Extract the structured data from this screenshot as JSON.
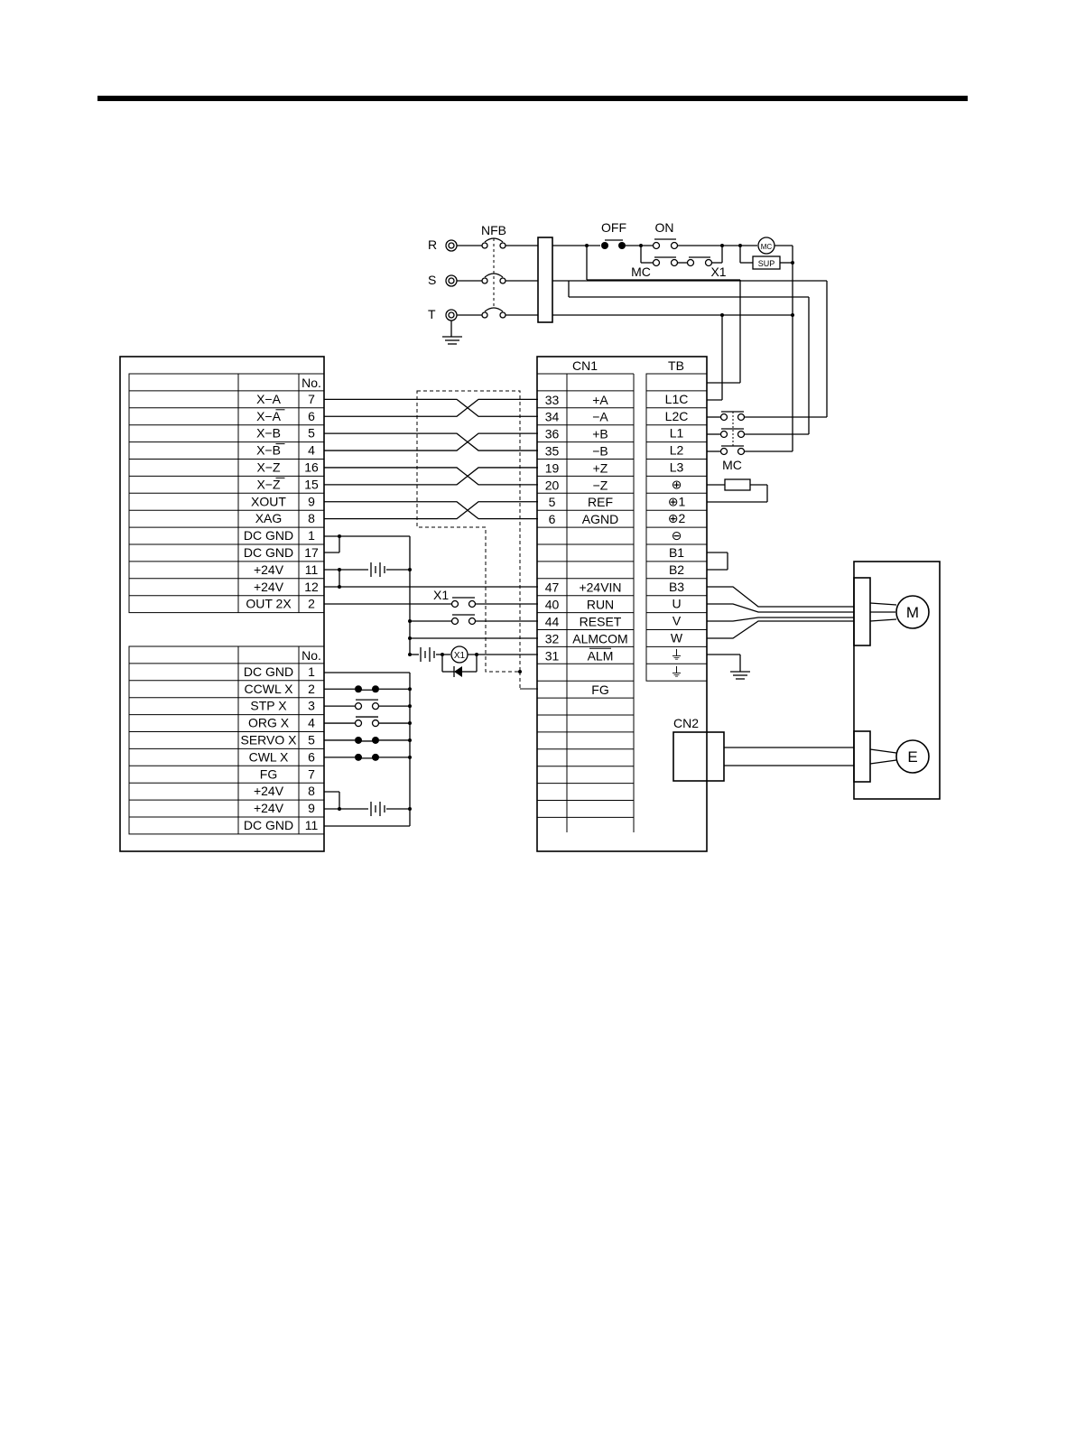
{
  "power": {
    "phases": [
      "R",
      "S",
      "T"
    ],
    "breaker_label": "NFB",
    "off_label": "OFF",
    "on_label": "ON",
    "mc_label": "MC",
    "x1_label": "X1",
    "coil_label": "MC",
    "sup_label": "SUP"
  },
  "controller": {
    "header_no": "No.",
    "axis_rows": [
      {
        "signal": "X−A",
        "no": "7"
      },
      {
        "signal": "X−A",
        "no": "6",
        "overbar": true
      },
      {
        "signal": "X−B",
        "no": "5"
      },
      {
        "signal": "X−B",
        "no": "4",
        "overbar": true
      },
      {
        "signal": "X−Z",
        "no": "16"
      },
      {
        "signal": "X−Z",
        "no": "15",
        "overbar": true
      },
      {
        "signal": "XOUT",
        "no": "9"
      },
      {
        "signal": "XAG",
        "no": "8"
      },
      {
        "signal": "DC GND",
        "no": "1"
      },
      {
        "signal": "DC GND",
        "no": "17"
      },
      {
        "signal": "+24V",
        "no": "11"
      },
      {
        "signal": "+24V",
        "no": "12"
      },
      {
        "signal": "OUT 2X",
        "no": "2"
      }
    ],
    "io_rows": [
      {
        "signal": "DC GND",
        "no": "1"
      },
      {
        "signal": "CCWL X",
        "no": "2"
      },
      {
        "signal": "STP X",
        "no": "3"
      },
      {
        "signal": "ORG X",
        "no": "4"
      },
      {
        "signal": "SERVO X",
        "no": "5"
      },
      {
        "signal": "CWL X",
        "no": "6"
      },
      {
        "signal": "FG",
        "no": "7"
      },
      {
        "signal": "+24V",
        "no": "8"
      },
      {
        "signal": "+24V",
        "no": "9"
      },
      {
        "signal": "DC GND",
        "no": "11"
      }
    ]
  },
  "driver": {
    "cn1_label": "CN1",
    "tb_label": "TB",
    "cn2_label": "CN2",
    "cn1_rows": [
      {
        "no": "",
        "signal": ""
      },
      {
        "no": "33",
        "signal": "+A"
      },
      {
        "no": "34",
        "signal": "−A"
      },
      {
        "no": "36",
        "signal": "+B"
      },
      {
        "no": "35",
        "signal": "−B"
      },
      {
        "no": "19",
        "signal": "+Z"
      },
      {
        "no": "20",
        "signal": "−Z"
      },
      {
        "no": "5",
        "signal": "REF"
      },
      {
        "no": "6",
        "signal": "AGND"
      },
      {
        "no": "",
        "signal": ""
      },
      {
        "no": "",
        "signal": ""
      },
      {
        "no": "",
        "signal": ""
      },
      {
        "no": "47",
        "signal": "+24VIN"
      },
      {
        "no": "40",
        "signal": "RUN"
      },
      {
        "no": "44",
        "signal": "RESET"
      },
      {
        "no": "32",
        "signal": "ALMCOM"
      },
      {
        "no": "31",
        "signal": "ALM",
        "overbar": true
      },
      {
        "no": "",
        "signal": ""
      },
      {
        "no": "",
        "signal": "FG"
      }
    ],
    "tb_rows": [
      "L1C",
      "L2C",
      "L1",
      "L2",
      "L3",
      "⊕",
      "⊕1",
      "⊕2",
      "⊖",
      "B1",
      "B2",
      "B3",
      "U",
      "V",
      "W",
      "⏚",
      "⏚"
    ],
    "mc_contacts_label": "MC",
    "x1_relay_label": "X1",
    "x1_coil_label": "X1"
  },
  "motor": {
    "motor_label": "M",
    "encoder_label": "E"
  }
}
